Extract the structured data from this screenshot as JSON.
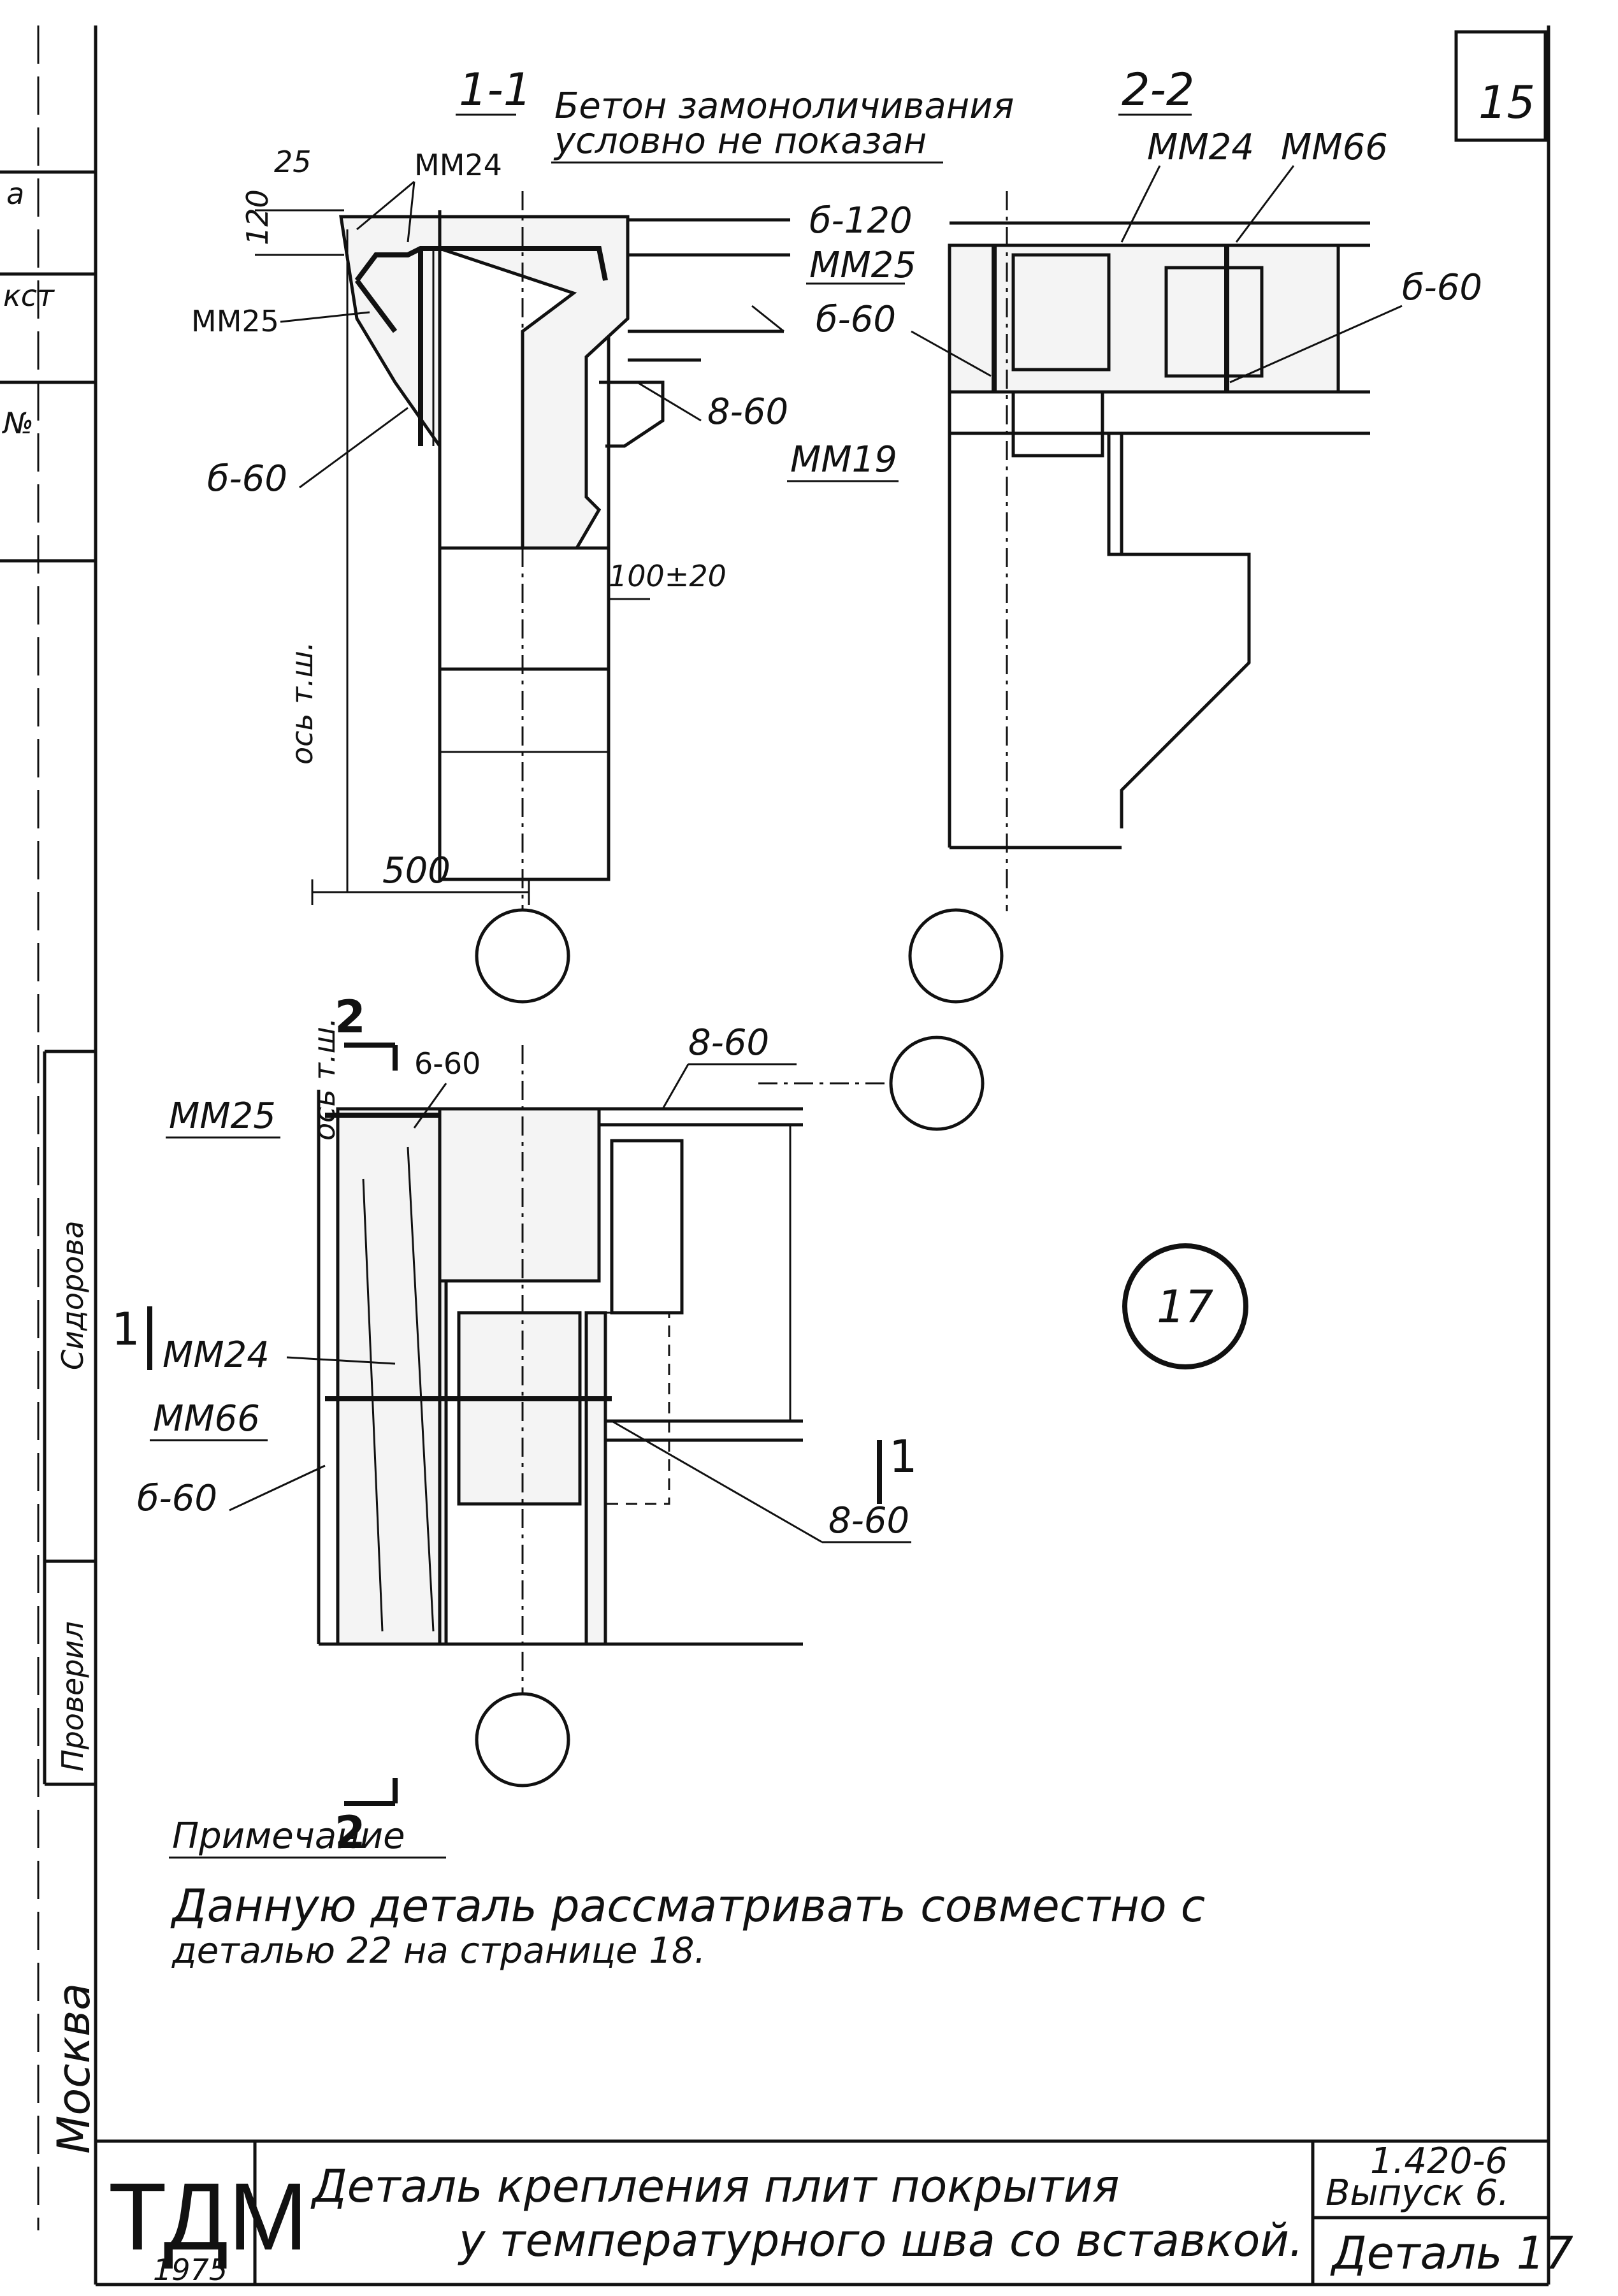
{
  "sheet": {
    "page_number": "15",
    "left_stamp": [
      "а",
      "кст",
      "№"
    ],
    "left_strip": {
      "city": "Москва",
      "checked": "Проверил",
      "signature": "Сидорова"
    }
  },
  "section_1_1": {
    "title": "1-1",
    "note_line1": "Бетон замоноличивания",
    "note_line2": "условно не показан",
    "labels": {
      "mm24": "ММ24",
      "mm25": "ММ25",
      "b660": "б-60",
      "b860": "8-60",
      "mm19": "ММ19",
      "dim_25": "25",
      "dim_120": "120",
      "dim_100": "100±20",
      "dim_500": "500",
      "axis": "ось т.ш."
    }
  },
  "section_2_2": {
    "title": "2-2",
    "labels": {
      "mm24": "ММ24",
      "mm66": "ММ66",
      "b6120": "б-120",
      "mm25": "ММ25",
      "b660_left": "б-60",
      "b660_right": "б-60"
    }
  },
  "plan": {
    "cut_2": "2",
    "cut_1": "1",
    "labels": {
      "mm25": "ММ25",
      "axis": "ось т.ш.",
      "b660_top": "6-60",
      "b860_top": "8-60",
      "mm24": "ММ24",
      "mm66": "ММ66",
      "b660_bottom": "б-60",
      "b860_bottom": "8-60"
    },
    "detail_marker": "17"
  },
  "note": {
    "heading": "Примечание",
    "line1": "Данную деталь рассматривать совместно с",
    "line2": "деталью 22 на странице 18."
  },
  "title_block": {
    "org": "ТДМ",
    "year": "1975",
    "title_line1": "Деталь крепления плит покрытия",
    "title_line2": "у температурного шва со вставкой.",
    "series": "1.420-6",
    "issue": "Выпуск 6.",
    "detail": "Деталь 17"
  }
}
